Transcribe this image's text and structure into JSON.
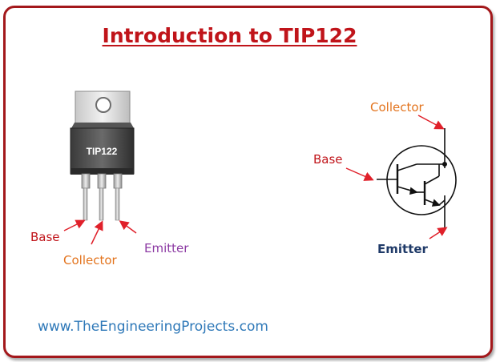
{
  "title": "Introduction to TIP122",
  "package_marking": "TIP122",
  "package_labels": {
    "base": "Base",
    "collector": "Collector",
    "emitter": "Emitter"
  },
  "symbol_labels": {
    "collector": "Collector",
    "base": "Base",
    "emitter": "Emitter"
  },
  "website": "www.TheEngineeringProjects.com",
  "colors": {
    "frame": "#a3181b",
    "title": "#c0141a",
    "base": "#c0141a",
    "collector": "#e3741e",
    "emitter_package": "#8c3aa3",
    "emitter_symbol": "#1f3a68",
    "website": "#2e78b8",
    "arrow": "#e0202a"
  }
}
